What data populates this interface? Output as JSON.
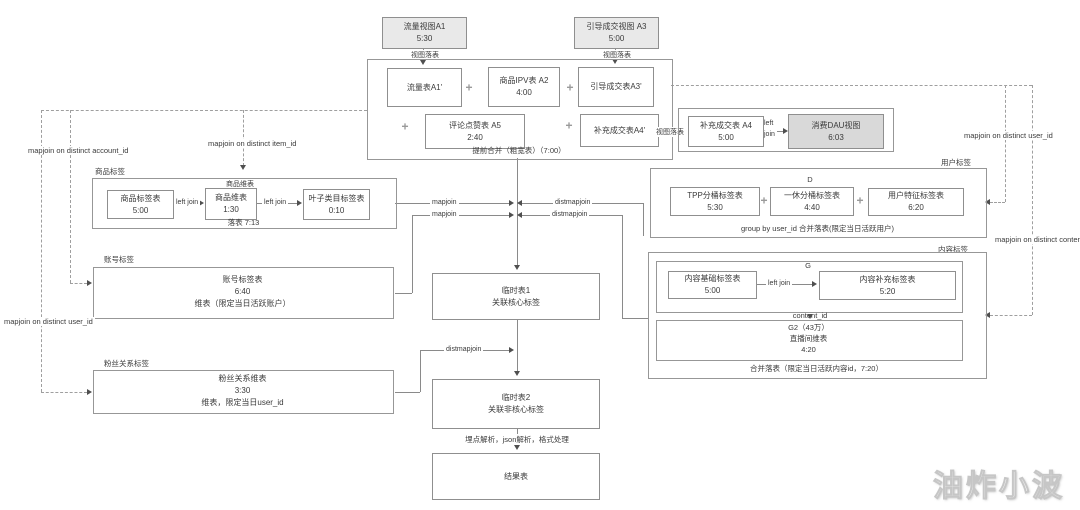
{
  "watermark": "油炸小波",
  "top": {
    "a1_view_name": "流量视图A1",
    "a1_view_time": "5:30",
    "a3_view_name": "引导成交视图 A3",
    "a3_view_time": "5:00",
    "view_drop_a1": "视图落表",
    "view_drop_a3": "视图落表",
    "view_drop_a4": "视图落表"
  },
  "premerge": {
    "a1": "流量表A1'",
    "a2_name": "商品IPV表 A2",
    "a2_time": "4:00",
    "a3": "引导成交表A3'",
    "a5_name": "评论点赞表 A5",
    "a5_time": "2:40",
    "a4": "补充成交表A4'",
    "caption": "提前合并（粗宽表）（7:00）"
  },
  "supplement": {
    "a4_name": "补充成交表 A4",
    "a4_time": "5:00",
    "join": "left\njoin",
    "dau_name": "消费DAU视图",
    "dau_time": "6:03"
  },
  "product": {
    "title": "商品标签",
    "tag_name": "商品标签表",
    "tag_time": "5:00",
    "join1": "left join",
    "dim_label": "商品维表",
    "dim_name": "商品维表",
    "dim_time": "1:30",
    "join2": "left join",
    "leaf_name": "叶子类目标签表",
    "leaf_time": "0:10",
    "caption": "落表 7:13"
  },
  "account": {
    "title": "账号标签",
    "line1": "账号标签表",
    "line2": "6:40",
    "line3": "维表（限定当日活跃账户）"
  },
  "fans": {
    "title": "粉丝关系标签",
    "line1": "粉丝关系维表",
    "line2": "3:30",
    "line3": "维表，限定当日user_id"
  },
  "user": {
    "title": "用户标签",
    "d": "D",
    "tpp_name": "TPP分桶标签表",
    "tpp_time": "5:30",
    "yixiu_name": "一休分桶标签表",
    "yixiu_time": "4:40",
    "feature_name": "用户特征标签表",
    "feature_time": "6:20",
    "caption": "group by user_id 合并落表(限定当日活跃用户)"
  },
  "content": {
    "title": "内容标签",
    "g": "G",
    "base_name": "内容基础标签表",
    "base_time": "5:00",
    "join": "left join",
    "supp_name": "内容补充标签表",
    "supp_time": "5:20",
    "content_id": "content_id",
    "g2_line1": "G2（43万）",
    "g2_line2": "直播间维表",
    "g2_line3": "4:20",
    "caption": "合并落表（限定当日活跃内容id，7:20）"
  },
  "center": {
    "temp1_line1": "临时表1",
    "temp1_line2": "关联核心标签",
    "temp2_line1": "临时表2",
    "temp2_line2": "关联非核心标签",
    "result": "结果表",
    "parse": "埋点解析，json解析，格式处理"
  },
  "joins": {
    "mapjoin1": "mapjoin",
    "distmapjoin1": "distmapjoin",
    "mapjoin2": "mapjoin",
    "distmapjoin2": "distmapjoin",
    "distmapjoin3": "distmapjoin"
  },
  "dashed": {
    "account_id": "mapjoin on distinct account_id",
    "item_id": "mapjoin on distinct item_id",
    "user_id_left": "mapjoin on distinct user_id",
    "user_id_right": "mapjoin on distinct user_id",
    "content_id": "mapjoin on distinct content_id"
  },
  "plus_icon": "+",
  "colors": {
    "box_gray": "#e9e9e9",
    "dau_gray": "#d9d9d9",
    "border": "#8f8f8f",
    "text": "#3a3a3a"
  }
}
